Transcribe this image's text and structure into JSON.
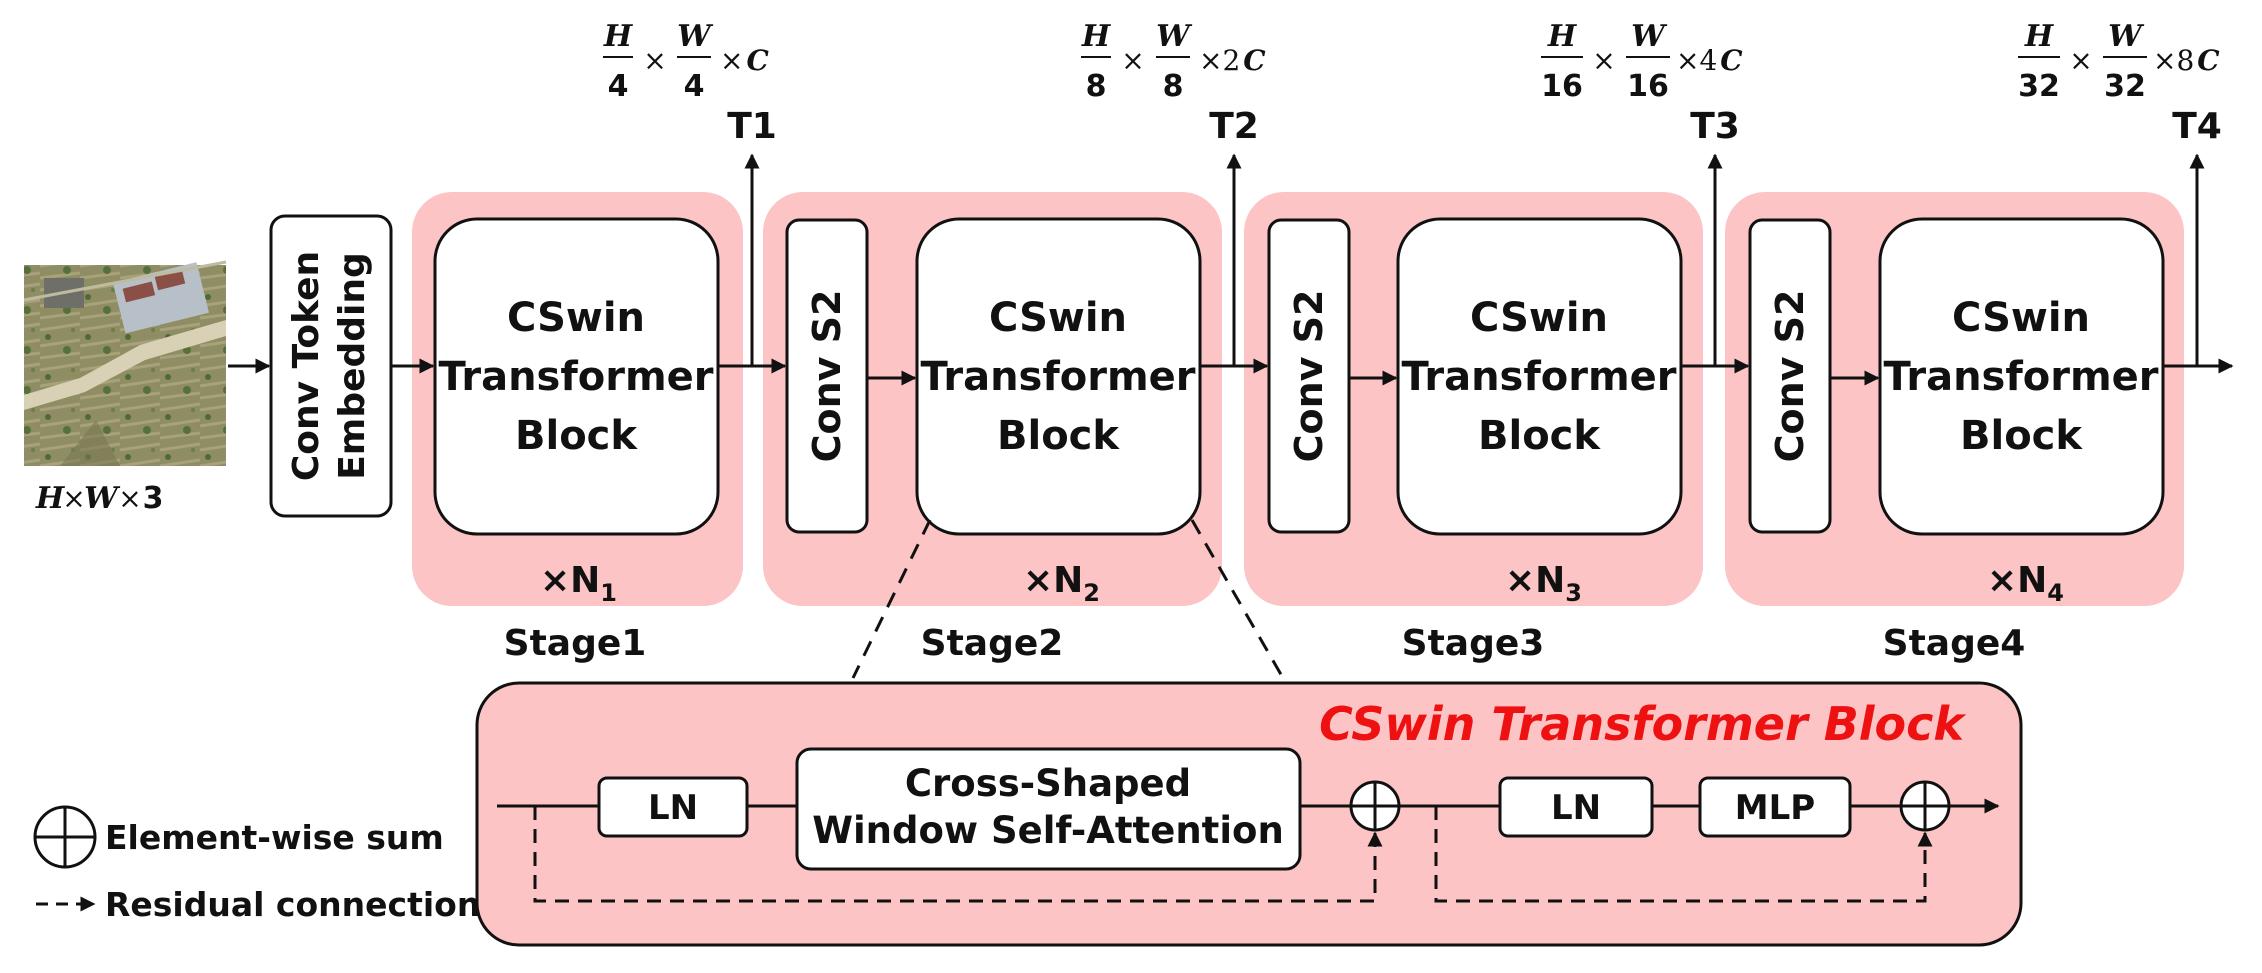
{
  "colors": {
    "stage_fill": "#fcc4c4",
    "title_red": "#ee1111",
    "stroke": "#111111"
  },
  "input": {
    "shape_dims": [
      "H",
      "W",
      "3"
    ],
    "shape_sep": "×"
  },
  "embedding": {
    "line1": "Conv Token",
    "line2": "Embedding"
  },
  "stages": [
    {
      "label": "Stage1",
      "times": "×N",
      "n_sub": "1",
      "conv": "",
      "block": [
        "CSwin",
        "Transformer",
        "Block"
      ],
      "output": "T1",
      "res": {
        "h_num": "H",
        "h_den": "4",
        "w_num": "W",
        "w_den": "4",
        "mult": "×",
        "mult_c": "C"
      }
    },
    {
      "label": "Stage2",
      "times": "×N",
      "n_sub": "2",
      "conv": "Conv S2",
      "block": [
        "CSwin",
        "Transformer",
        "Block"
      ],
      "output": "T2",
      "res": {
        "h_num": "H",
        "h_den": "8",
        "w_num": "W",
        "w_den": "8",
        "mult": "×2",
        "mult_c": "C"
      }
    },
    {
      "label": "Stage3",
      "times": "×N",
      "n_sub": "3",
      "conv": "Conv S2",
      "block": [
        "CSwin",
        "Transformer",
        "Block"
      ],
      "output": "T3",
      "res": {
        "h_num": "H",
        "h_den": "16",
        "w_num": "W",
        "w_den": "16",
        "mult": "×4",
        "mult_c": "C"
      }
    },
    {
      "label": "Stage4",
      "times": "×N",
      "n_sub": "4",
      "conv": "Conv S2",
      "block": [
        "CSwin",
        "Transformer",
        "Block"
      ],
      "output": "T4",
      "res": {
        "h_num": "H",
        "h_den": "32",
        "w_num": "W",
        "w_den": "32",
        "mult": "×8",
        "mult_c": "C"
      }
    }
  ],
  "times_symbol": "×",
  "detail": {
    "title": "CSwin Transformer Block",
    "ln1": "LN",
    "attn_line1": "Cross-Shaped",
    "attn_line2": "Window Self-Attention",
    "ln2": "LN",
    "mlp": "MLP"
  },
  "legend": {
    "sum_label": "Element-wise sum",
    "residual_label": "Residual connection"
  }
}
